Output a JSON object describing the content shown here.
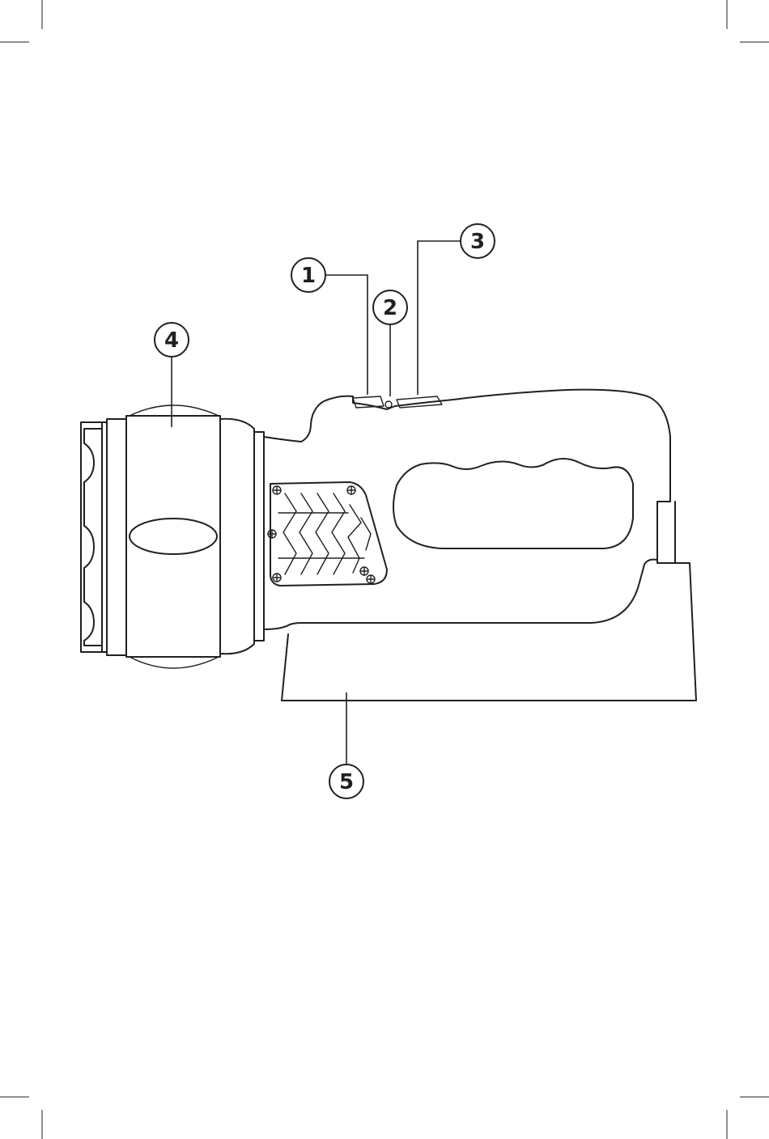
{
  "callouts": [
    {
      "id": "1",
      "label": "1"
    },
    {
      "id": "2",
      "label": "2"
    },
    {
      "id": "3",
      "label": "3"
    },
    {
      "id": "4",
      "label": "4"
    },
    {
      "id": "5",
      "label": "5"
    }
  ],
  "colors": {
    "ink": "#231f20",
    "background": "#ffffff"
  }
}
